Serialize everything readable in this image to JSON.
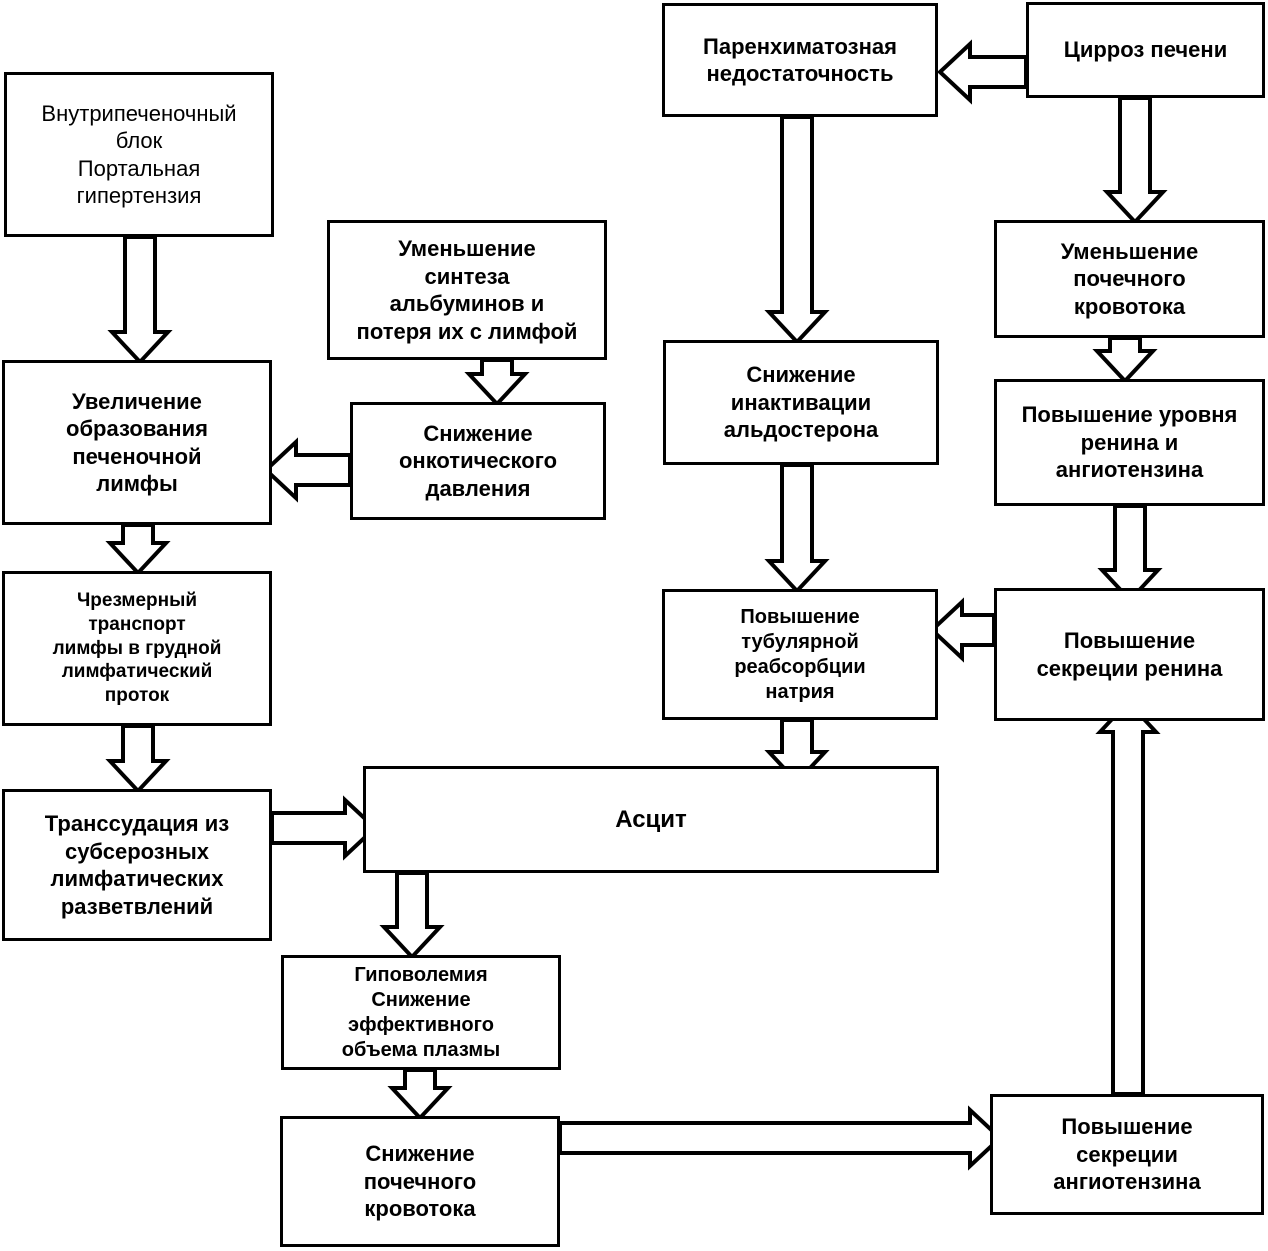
{
  "nodes": {
    "intrahepatic_block": "Внутрипеченочный\nблок\nПортальная\nгипертензия",
    "albumin_synthesis": "Уменьшение\nсинтеза\nальбуминов и\nпотеря их с лимфой",
    "lymph_formation": "Увеличение\nобразования\nпеченочной\nлимфы",
    "oncotic_pressure": "Снижение\nонкотического\nдавления",
    "lymph_transport": "Чрезмерный\nтранспорт\nлимфы в грудной\nлимфатический\nпроток",
    "transudation": "Транссудация из\nсубсерозных\nлимфатических\nразветвлений",
    "parenchymal_insufficiency": "Паренхиматозная\nнедостаточность",
    "cirrhosis": "Цирроз печени",
    "renal_blood_flow_top": "Уменьшение\nпочечного\nкровотока",
    "aldosterone_inactivation": "Снижение\nинактивации\nальдостерона",
    "renin_angiotensin_level": "Повышение уровня\nренина и\nангиотензина",
    "tubular_reabsorption": "Повышение\nтубулярной\nреабсорбции\nнатрия",
    "renin_secretion": "Повышение\nсекреции ренина",
    "ascites": "Асцит",
    "hypovolemia": "Гиповолемия\nСнижение\nэффективного\nобъема плазмы",
    "renal_blood_flow_bottom": "Снижение\nпочечного\nкровотока",
    "angiotensin_secretion": "Повышение\nсекреции\nангиотензина"
  }
}
